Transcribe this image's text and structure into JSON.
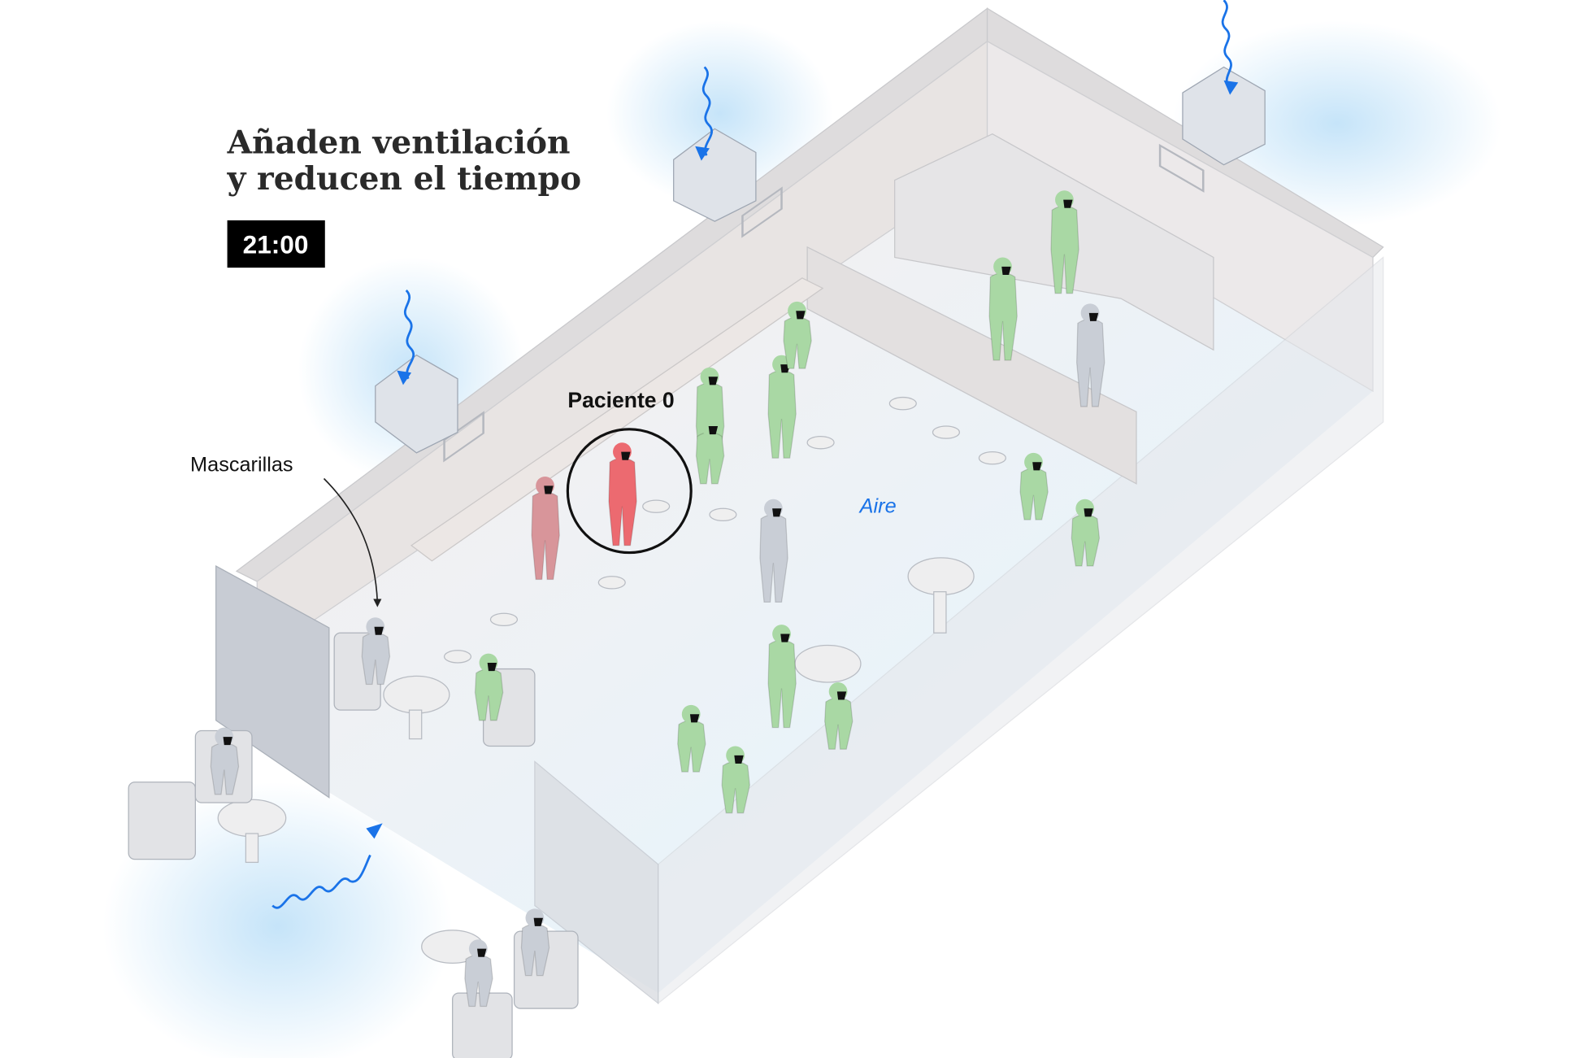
{
  "title": {
    "line1": "Añaden ventilación",
    "line2": "y reducen el tiempo"
  },
  "time_badge": "21:00",
  "labels": {
    "patient": "Paciente 0",
    "masks": "Mascarillas",
    "air": "Aire"
  },
  "colors": {
    "healthy": "#a9d8a4",
    "infected_main": "#ec6a70",
    "infected_secondary": "#d8959a",
    "neutral": "#c9ced6",
    "air_arrow": "#1a73e8",
    "air_glow": "#cfe8fa",
    "wall": "#e4e2e3",
    "floor": "#f6efed"
  }
}
